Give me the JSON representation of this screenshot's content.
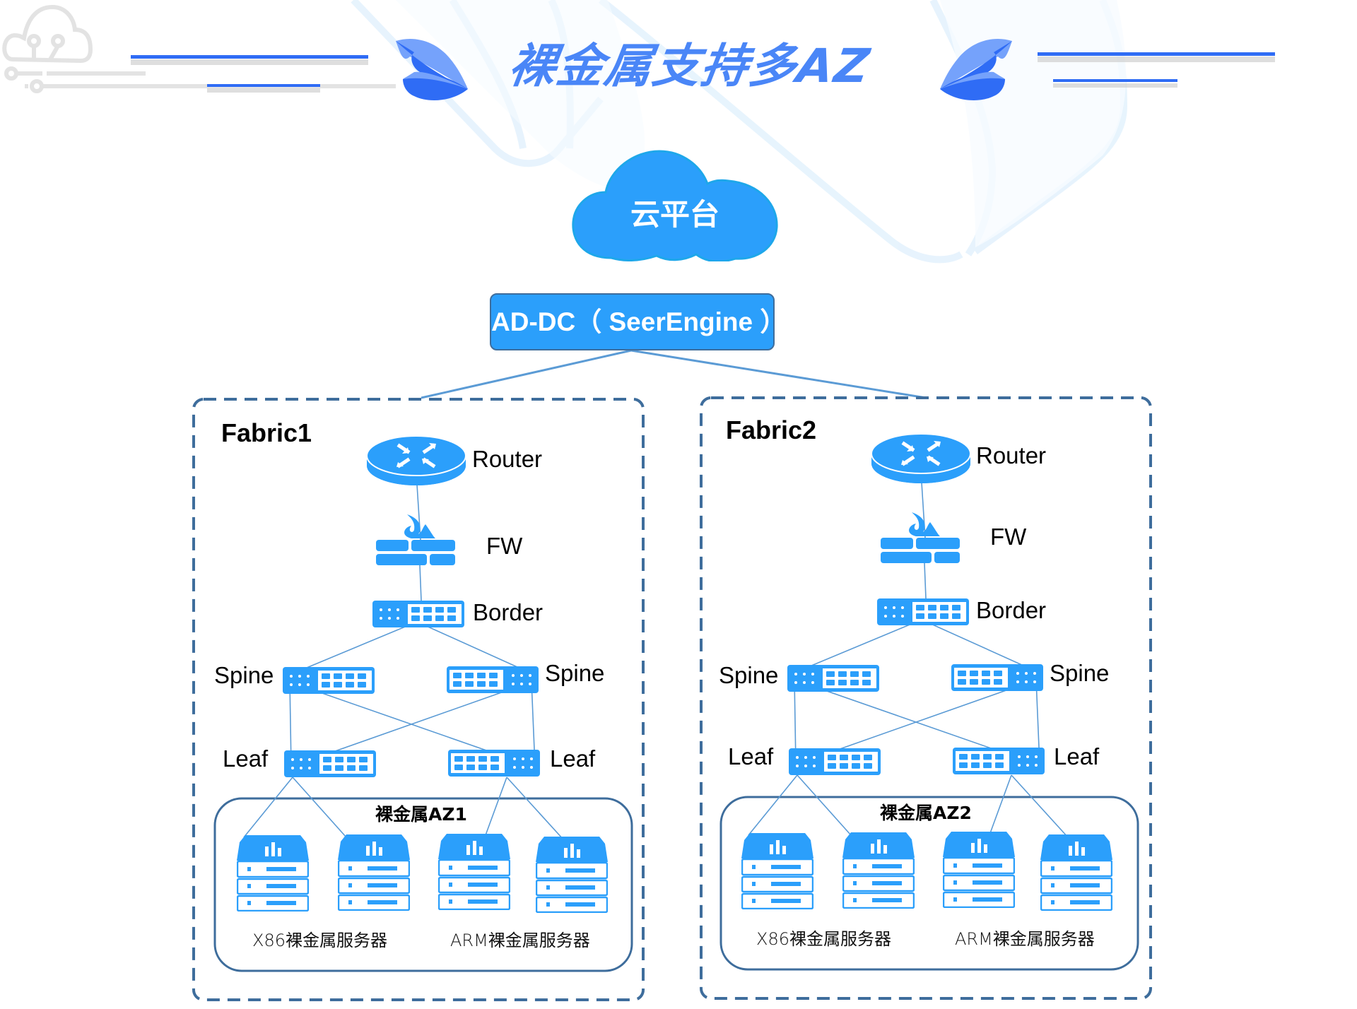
{
  "header": {
    "title": "裸金属支持多AZ",
    "decor_left_icon": "cloud-circuit-icon",
    "decor_leaf_icon": "leaf-icon"
  },
  "colors": {
    "title": "#4a86f7",
    "device_blue": "#2b9ffb",
    "dashed_border": "#3e6d9c",
    "link_line": "#5b9bd5",
    "accent_lines": "#2f6cf5"
  },
  "cloud": {
    "label": "云平台",
    "icon": "cloud-icon"
  },
  "controller": {
    "label": "AD-DC（ SeerEngine ）"
  },
  "fabrics": [
    {
      "title": "Fabric1",
      "router_label": "Router",
      "fw_label": "FW",
      "border_label": "Border",
      "spine_left_label": "Spine",
      "spine_right_label": "Spine",
      "leaf_left_label": "Leaf",
      "leaf_right_label": "Leaf",
      "az_title": "裸金属AZ1",
      "x86_label": "X86裸金属服务器",
      "arm_label": "ARM裸金属服务器"
    },
    {
      "title": "Fabric2",
      "router_label": "Router",
      "fw_label": "FW",
      "border_label": "Border",
      "spine_left_label": "Spine",
      "spine_right_label": "Spine",
      "leaf_left_label": "Leaf",
      "leaf_right_label": "Leaf",
      "az_title": "裸金属AZ2",
      "x86_label": "X86裸金属服务器",
      "arm_label": "ARM裸金属服务器"
    }
  ]
}
